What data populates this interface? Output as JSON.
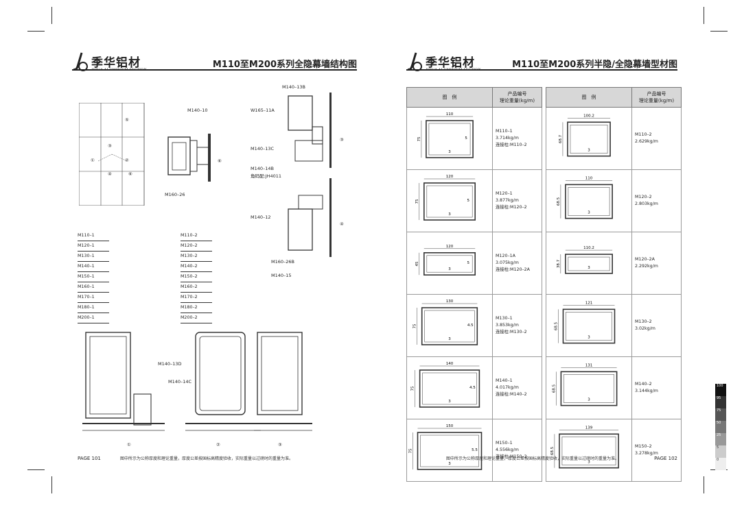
{
  "brand": {
    "name": "季华铝材",
    "sub": "JIHUA ALUMINIUM SECTION"
  },
  "left": {
    "title": "M110至M200系列全隐幕墙结构图",
    "page": "PAGE 101",
    "note": "图中所示为公称厚度和理论重量，厚度公差按国标高精度验收，实际重量以过磅时的重量为准。",
    "grid_markers": [
      "①",
      "②",
      "③",
      "④",
      "⑤",
      "⑥"
    ],
    "part_labels": {
      "p_m140_10": "M140–10",
      "p_m160_26": "M160–26",
      "p_m140_13b": "M140–13B",
      "p_w165_11a": "W165–11A",
      "p_m140_13c": "M140–13C",
      "p_m140_14b": "M140–14B",
      "p_corner": "角码配:JH4011",
      "p_m140_12": "M140–12",
      "p_m160_26b": "M160–26B",
      "p_m140_15": "M140–15",
      "p_m140_13d": "M140–13D",
      "p_m140_14c": "M140–14C"
    },
    "list1": [
      "M110–1",
      "M120–1",
      "M130–1",
      "M140–1",
      "M150–1",
      "M160–1",
      "M170–1",
      "M180–1",
      "M200–1"
    ],
    "list2": [
      "M110–2",
      "M120–2",
      "M130–2",
      "M140–2",
      "M150–2",
      "M160–2",
      "M170–2",
      "M180–2",
      "M200–2"
    ],
    "section_markers": [
      "①",
      "②",
      "③"
    ],
    "callouts": [
      "③",
      "④",
      "⑥"
    ]
  },
  "right": {
    "title": "M110至M200系列半隐/全隐幕墙型材图",
    "page": "PAGE 102",
    "note": "图中所示为公称厚度和理论重量，厚度公差按国标高精度验收，实际重量以过磅时的重量为准。",
    "header_legend": "图　例",
    "header_code": "产品编号",
    "header_weight": "理论重量(kg/m)",
    "table1": [
      {
        "w": "110",
        "h": "75",
        "t1": "5",
        "t2": "3",
        "code": "M110–1",
        "weight": "3.714kg/m",
        "extra": "连接柱:M110–2"
      },
      {
        "w": "120",
        "h": "75",
        "t1": "5",
        "t2": "3",
        "code": "M120–1",
        "weight": "3.877kg/m",
        "extra": "连接柱:M120–2"
      },
      {
        "w": "120",
        "h": "45",
        "t1": "5",
        "t2": "3",
        "code": "M120–1A",
        "weight": "3.075kg/m",
        "extra": "连接柱:M120–2A"
      },
      {
        "w": "130",
        "h": "75",
        "t1": "4.5",
        "t2": "3",
        "code": "M130–1",
        "weight": "3.853kg/m",
        "extra": "连接柱:M130–2"
      },
      {
        "w": "140",
        "h": "75",
        "t1": "4.5",
        "t2": "3",
        "code": "M140–1",
        "weight": "4.017kg/m",
        "extra": "连接柱:M140–2"
      },
      {
        "w": "150",
        "h": "75",
        "t1": "5.5",
        "t2": "3",
        "code": "M150–1",
        "weight": "4.556kg/m",
        "extra": "连接柱:M150–2"
      }
    ],
    "table2": [
      {
        "w": "100.2",
        "h": "68.7",
        "t2": "3",
        "code": "M110–2",
        "weight": "2.629kg/m"
      },
      {
        "w": "110",
        "h": "68.5",
        "t2": "3",
        "code": "M120–2",
        "weight": "2.803kg/m"
      },
      {
        "w": "110.2",
        "h": "38.7",
        "t2": "3",
        "code": "M120–2A",
        "weight": "2.292kg/m"
      },
      {
        "w": "121",
        "h": "68.5",
        "t2": "3",
        "code": "M130–2",
        "weight": "3.02kg/m"
      },
      {
        "w": "131",
        "h": "68.5",
        "t2": "3",
        "code": "M140–2",
        "weight": "3.144kg/m"
      },
      {
        "w": "139",
        "h": "68.5",
        "t2": "3",
        "code": "M150–2",
        "weight": "3.278kg/m"
      }
    ],
    "color_bar": [
      "100",
      "95",
      "75",
      "50",
      "25",
      "5",
      "0"
    ]
  }
}
